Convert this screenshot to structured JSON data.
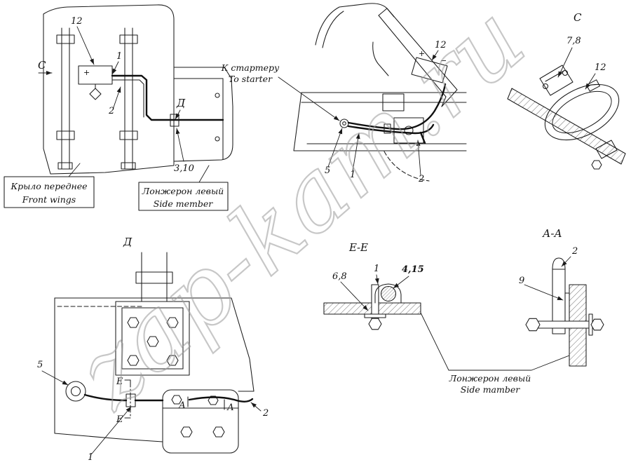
{
  "colors": {
    "line": "#1b1b1b",
    "watermark": "#9b9b9b",
    "background": "#ffffff"
  },
  "watermark": {
    "text": "zap-kam.ru"
  },
  "views": {
    "front_wing": {
      "direction_c": "С",
      "label_12": "12",
      "label_1": "1",
      "label_2": "2",
      "direction_d": "Д",
      "label_3_10": "3,10",
      "battery_plus": "+",
      "caption_wing_ru": "Крыло переднее",
      "caption_wing_en": "Front wings",
      "caption_member_ru": "Лонжерон левый",
      "caption_member_en": "Side member"
    },
    "starter_cable": {
      "note_ru": "К стартеру",
      "note_en": "To starter",
      "label_12": "12",
      "battery_plus": "+",
      "battery_minus": "−",
      "label_5": "5",
      "label_1": "1",
      "label_2": "2"
    },
    "view_c": {
      "title": "С",
      "label_7_8": "7,8",
      "label_12": "12"
    },
    "view_d": {
      "title": "Д",
      "label_5": "5",
      "mark_e_top": "Е",
      "mark_e_bottom": "Е",
      "mark_a_left": "А",
      "mark_a_right": "А",
      "label_1": "1",
      "label_2": "2"
    },
    "section_ee": {
      "title": "Е-Е",
      "label_6_8": "6,8",
      "label_1": "1",
      "label_4_15": "4,15"
    },
    "section_aa": {
      "title": "А-А",
      "label_2": "2",
      "label_9": "9"
    },
    "member_caption": {
      "ru": "Лонжерон левый",
      "en": "Side mamber"
    }
  }
}
